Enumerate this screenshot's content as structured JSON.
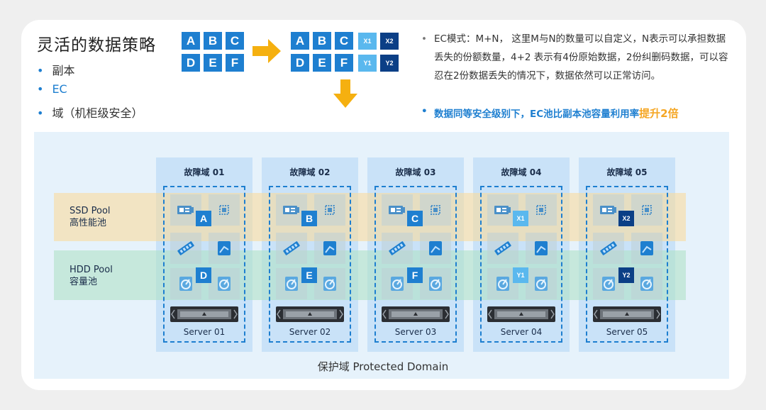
{
  "header": {
    "title": "灵活的数据策略",
    "policies": [
      "副本",
      "EC",
      "域（机柜级安全）"
    ]
  },
  "ec_illustration": {
    "data_blocks_row1": [
      "A",
      "B",
      "C"
    ],
    "data_blocks_row2": [
      "D",
      "E",
      "F"
    ],
    "parity_row1": [
      "X1",
      "X2"
    ],
    "parity_row2": [
      "Y1",
      "Y2"
    ]
  },
  "description": {
    "ec_text": "EC模式：M+N， 这里M与N的数量可以自定义，N表示可以承担数据丢失的份额数量，4+2 表示有4份原始数据，2份纠删码数据，可以容忍在2份数据丢失的情况下，数据依然可以正常访问。",
    "note_prefix": "数据同等安全级别下，EC池比副本池容量利用率",
    "note_highlight": "提升2倍"
  },
  "pools": {
    "ssd": {
      "line1": "SSD Pool",
      "line2": "高性能池"
    },
    "hdd": {
      "line1": "HDD Pool",
      "line2": "容量池"
    }
  },
  "domains": [
    {
      "label": "故障域 01",
      "server": "Server 01",
      "ssd_block": "A",
      "hdd_block": "D"
    },
    {
      "label": "故障域 02",
      "server": "Server 02",
      "ssd_block": "B",
      "hdd_block": "E"
    },
    {
      "label": "故障域 03",
      "server": "Server 03",
      "ssd_block": "C",
      "hdd_block": "F"
    },
    {
      "label": "故障域 04",
      "server": "Server 04",
      "ssd_block": "X1",
      "hdd_block": "Y1"
    },
    {
      "label": "故障域 05",
      "server": "Server 05",
      "ssd_block": "X2",
      "hdd_block": "Y2"
    }
  ],
  "footer": "保护域   Protected Domain",
  "colors": {
    "primary_blue": "#1e7fd0",
    "light_blue_tile": "#5ab8ee",
    "dark_blue_tile": "#0b3f86",
    "accent_orange": "#f5a623",
    "ssd_band": "#f8dca0",
    "hdd_band": "#b2e2c8"
  }
}
